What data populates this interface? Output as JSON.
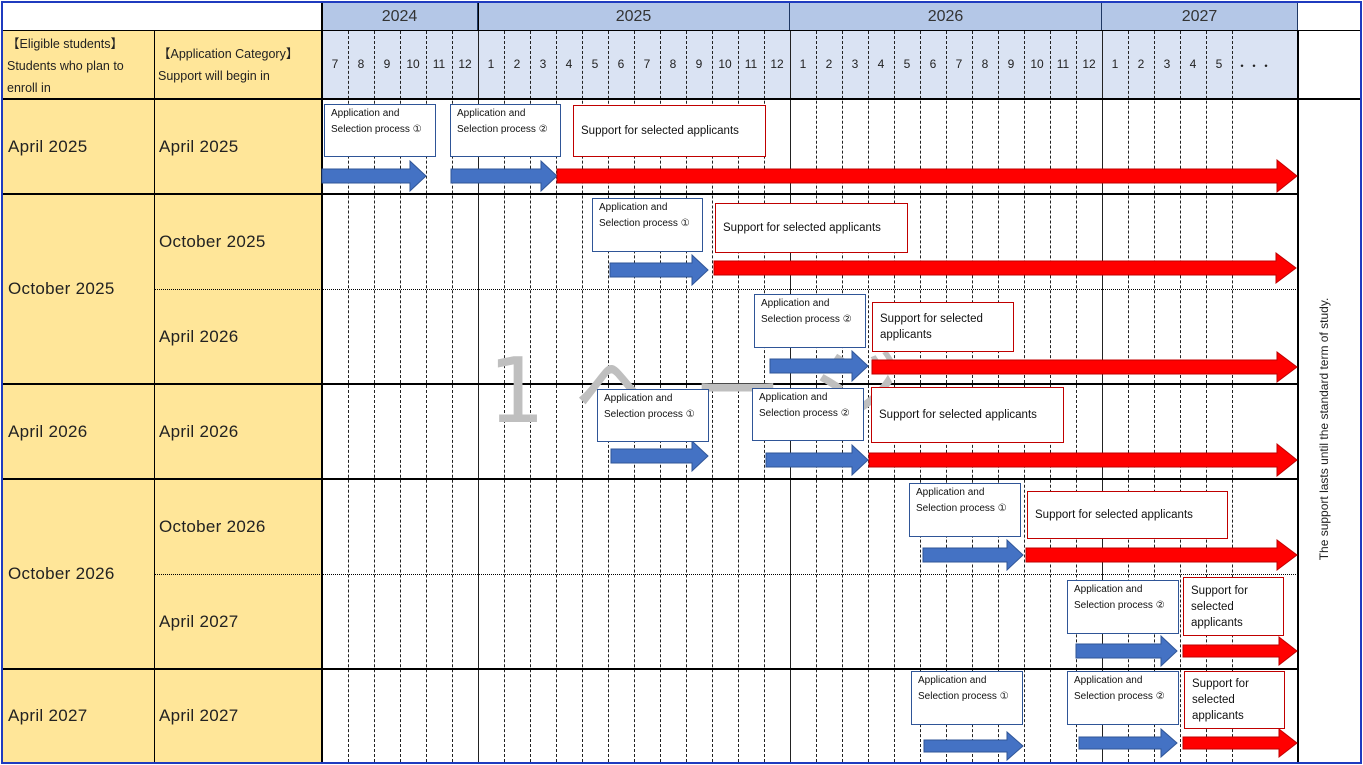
{
  "header": {
    "eligible_label": "【Eligible students】\nStudents who plan to\nenroll in",
    "category_label": "【Application Category】\nSupport will begin in",
    "years": [
      "2024",
      "2025",
      "2026",
      "2027"
    ],
    "months": [
      "7",
      "8",
      "9",
      "10",
      "11",
      "12",
      "1",
      "2",
      "3",
      "4",
      "5",
      "6",
      "7",
      "8",
      "9",
      "10",
      "11",
      "12",
      "1",
      "2",
      "3",
      "4",
      "5",
      "6",
      "7",
      "8",
      "9",
      "10",
      "11",
      "12",
      "1",
      "2",
      "3",
      "4",
      "5"
    ],
    "months_ellipsis": "・・・"
  },
  "rows": [
    {
      "enroll": "April  2025",
      "category": "April  2025"
    },
    {
      "enroll": "October  2025",
      "category": "October  2025"
    },
    {
      "enroll": "",
      "category": "April  2026"
    },
    {
      "enroll": "April  2026",
      "category": "April  2026"
    },
    {
      "enroll": "October  2026",
      "category": "October  2026"
    },
    {
      "enroll": "",
      "category": "April  2027"
    },
    {
      "enroll": "April  2027",
      "category": "April  2027"
    }
  ],
  "labels": {
    "process_1": "Application and\nSelection process ①",
    "process_2": "Application and\nSelection process ②",
    "support": "Support for selected applicants",
    "support_wrap2": "Support for selected\napplicants",
    "support_wrap3": "Support for\nselected\napplicants"
  },
  "side_note": "The support lasts until the standard term of study.",
  "watermark": "1 へ ー ジ",
  "colors": {
    "process_arrow": "#4472c4",
    "support_arrow": "#ff0000",
    "header_fill": "#dae3f3",
    "year_fill": "#b4c7e7",
    "label_fill": "#ffe699"
  }
}
